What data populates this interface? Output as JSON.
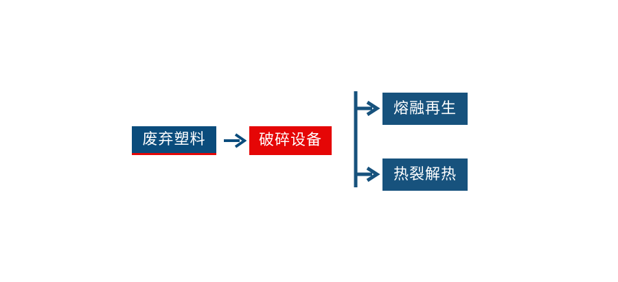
{
  "diagram": {
    "type": "process-flow",
    "orientation": "left-to-right",
    "background_color": "#ffffff",
    "nodes": [
      {
        "id": "input",
        "label": "废弃塑料",
        "role": "input",
        "fill_color": "#0a4c7c",
        "text_color": "#ffffff",
        "accent_color": "#e50606",
        "accent_position": "bottom-underline"
      },
      {
        "id": "process",
        "label": "破碎设备",
        "role": "process",
        "fill_color": "#e50606",
        "text_color": "#ffffff"
      },
      {
        "id": "output-top",
        "label": "熔融再生",
        "role": "output",
        "fill_color": "#17527d",
        "text_color": "#ffffff"
      },
      {
        "id": "output-bottom",
        "label": "热裂解热",
        "role": "output",
        "fill_color": "#17527d",
        "text_color": "#ffffff"
      }
    ],
    "connectors": [
      {
        "id": "input-to-process",
        "from": "input",
        "to": "process",
        "style": "straight-arrow",
        "direction": "right",
        "color": "#0a4c7c"
      },
      {
        "id": "process-to-outputs",
        "from": "process",
        "to": [
          "output-top",
          "output-bottom"
        ],
        "style": "branching-arrow",
        "direction": "right",
        "color": "#17527d",
        "branches": 2
      }
    ]
  }
}
